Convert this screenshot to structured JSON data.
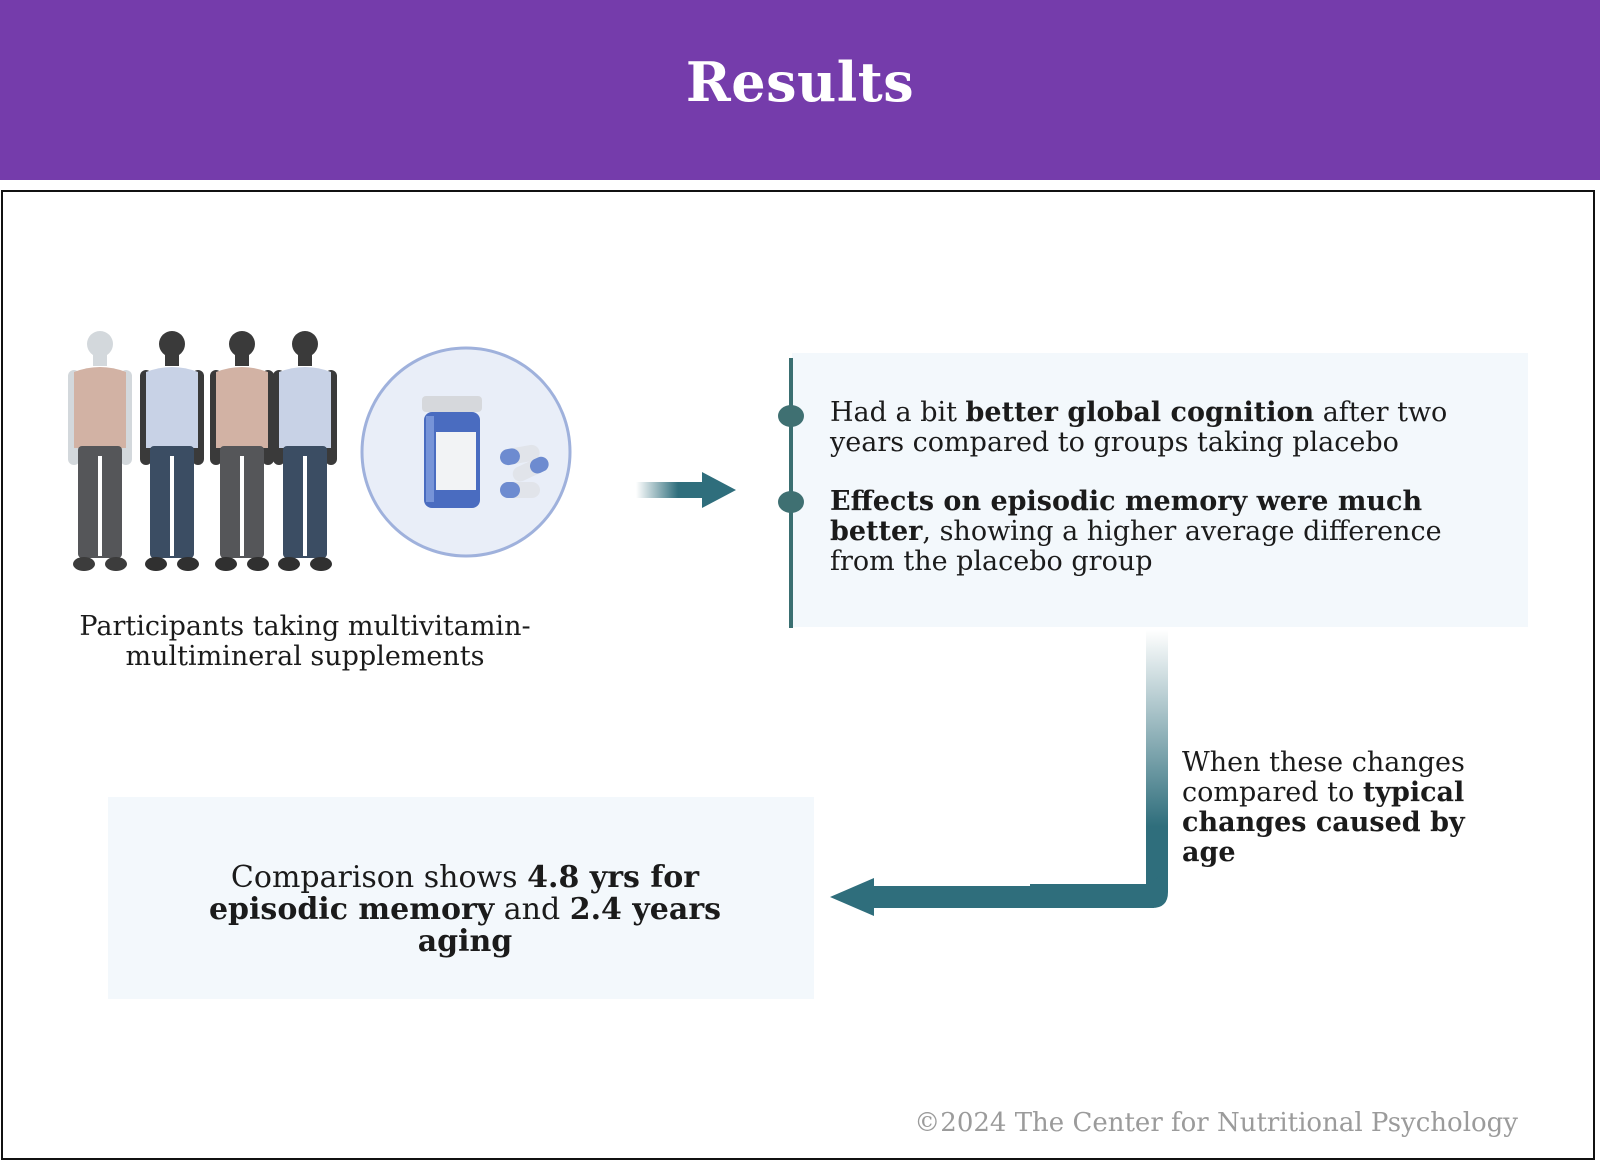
{
  "header": {
    "title": "Results"
  },
  "participants": {
    "caption": "Participants taking multivitamin-multimineral supplements",
    "icons": [
      "person-icon",
      "person-icon",
      "person-icon",
      "person-icon",
      "pill-bottle-icon",
      "capsule-icon"
    ]
  },
  "findings": [
    {
      "pre": "Had a bit ",
      "bold": "better global cognition",
      "post": " after two years compared to groups taking placebo"
    },
    {
      "pre": "",
      "bold": "Effects on episodic memory were much better",
      "post": ", showing a higher average difference from the placebo group"
    }
  ],
  "side_note": {
    "pre": "When these changes compared to ",
    "bold": "typical changes caused by age"
  },
  "comparison": {
    "pre": "Comparison shows ",
    "bold1": "4.8 yrs for episodic memory",
    "mid": " and ",
    "bold2": "2.4 years aging"
  },
  "footer": {
    "copyright": "©2024 The Center for Nutritional Psychology"
  },
  "colors": {
    "header": "#753cab",
    "accent": "#2f6e7c",
    "panel": "#f3f8fc"
  }
}
